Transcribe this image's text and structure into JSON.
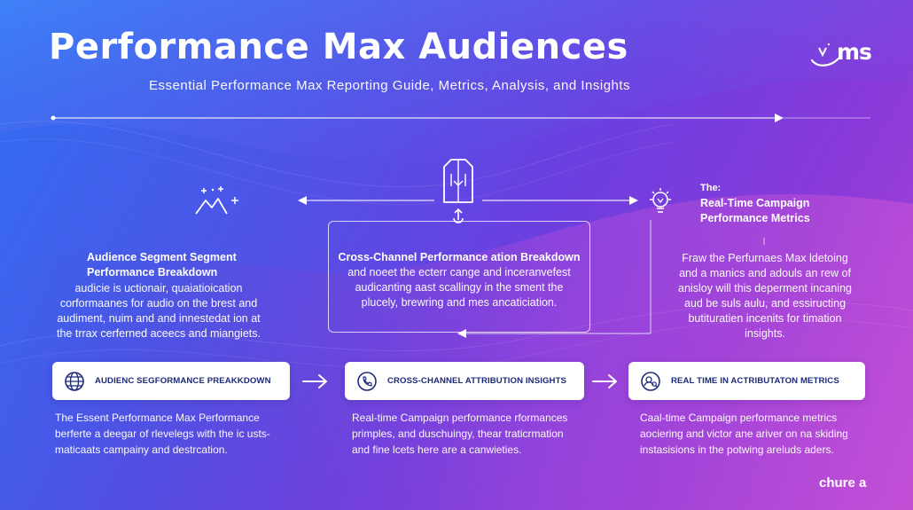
{
  "header": {
    "title": "Performance Max Audiences",
    "subtitle": "Essential Performance Max Reporting Guide, Metrics, Analysis, and Insights",
    "logo_text": "ms"
  },
  "stages": {
    "right_label_top": "The:",
    "right_label_line1": "Real-Time Campaign",
    "right_label_line2": "Performance Metrics"
  },
  "columns": [
    {
      "title_line1": "Audience Segment Segment",
      "title_line2": "Performance Breakdown",
      "body": [
        "audicie is uctionair, quaiatioication",
        "corformaanes for audio on the brest and",
        "audiment, nuim and and innestedat ion at",
        "the trrax cerferned aceecs and miangiets."
      ]
    },
    {
      "title_line1": "Cross-Channel Performance ation Breakdown",
      "body": [
        "and noeet the ecterr cange and inceranvefest",
        "audicanting aast scallingy in the sment the",
        "plucely, brewring and mes ancaticiation."
      ]
    },
    {
      "body": [
        "Fraw the Perfurnaes Max ldetoing",
        "and a  manics and adouls an rew of",
        "anisloy will this deperment incaning",
        "aud  be suls aulu, and essiructing",
        "butituratien incenits for timation",
        "insights."
      ]
    }
  ],
  "pills": [
    {
      "label": "AUDIENC SEGFORMANCE PREAKKDOWN",
      "icon": "globe-icon"
    },
    {
      "label": "CROSS-CHANNEL ATTRIBUTION INSIGHTS",
      "icon": "phone-icon"
    },
    {
      "label": "REAL TIME IN ACTRIBUTATON METRICS",
      "icon": "user-search-icon"
    }
  ],
  "descriptions": [
    [
      "The Essent Performance Max Performance",
      "berferte a deegar of rlevelegs with the ic usts-",
      "maticaats campainy and destrcation."
    ],
    [
      "Real-time Campaign performance rformances",
      "primples, and duschuingy, thear traticrmation",
      "and fine lcets here are a canwieties."
    ],
    [
      "Caal-time Campaign performance metrics",
      "aociering and victor ane ariver on na skiding",
      "instasisions in the potwing areluds aders."
    ]
  ],
  "footer": {
    "brand": "chure a"
  },
  "colors": {
    "pill_text": "#1d2a7a",
    "bg_start": "#2f6ff2",
    "bg_end": "#b346d6"
  }
}
